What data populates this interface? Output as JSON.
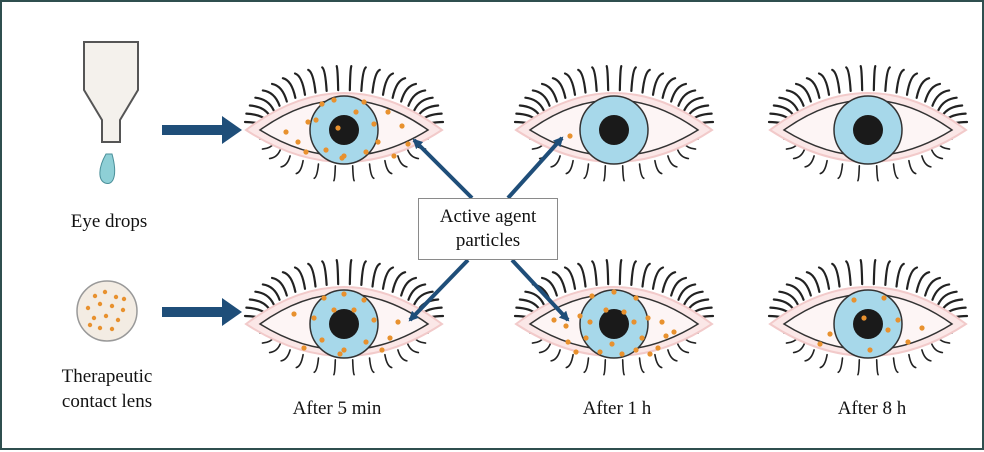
{
  "labels": {
    "eye_drops": "Eye drops",
    "lens_line1": "Therapeutic",
    "lens_line2": "contact lens",
    "agent_line1": "Active agent",
    "agent_line2": "particles",
    "after_5min": "After 5 min",
    "after_1h": "After 1 h",
    "after_8h": "After 8 h"
  },
  "colors": {
    "border": "#2f4f4f",
    "arrow": "#1f4e79",
    "iris": "#a7d8ea",
    "pupil": "#1a1a1a",
    "sclera": "#fbe7e7",
    "particle": "#e8912e",
    "drop": "#8ecfd6",
    "bottle": "#f4f1ec",
    "lens": "#f3ece3"
  },
  "icons": {
    "bottle": "eye-drop-bottle-icon",
    "lens": "contact-lens-icon",
    "eye": "eye-icon"
  }
}
